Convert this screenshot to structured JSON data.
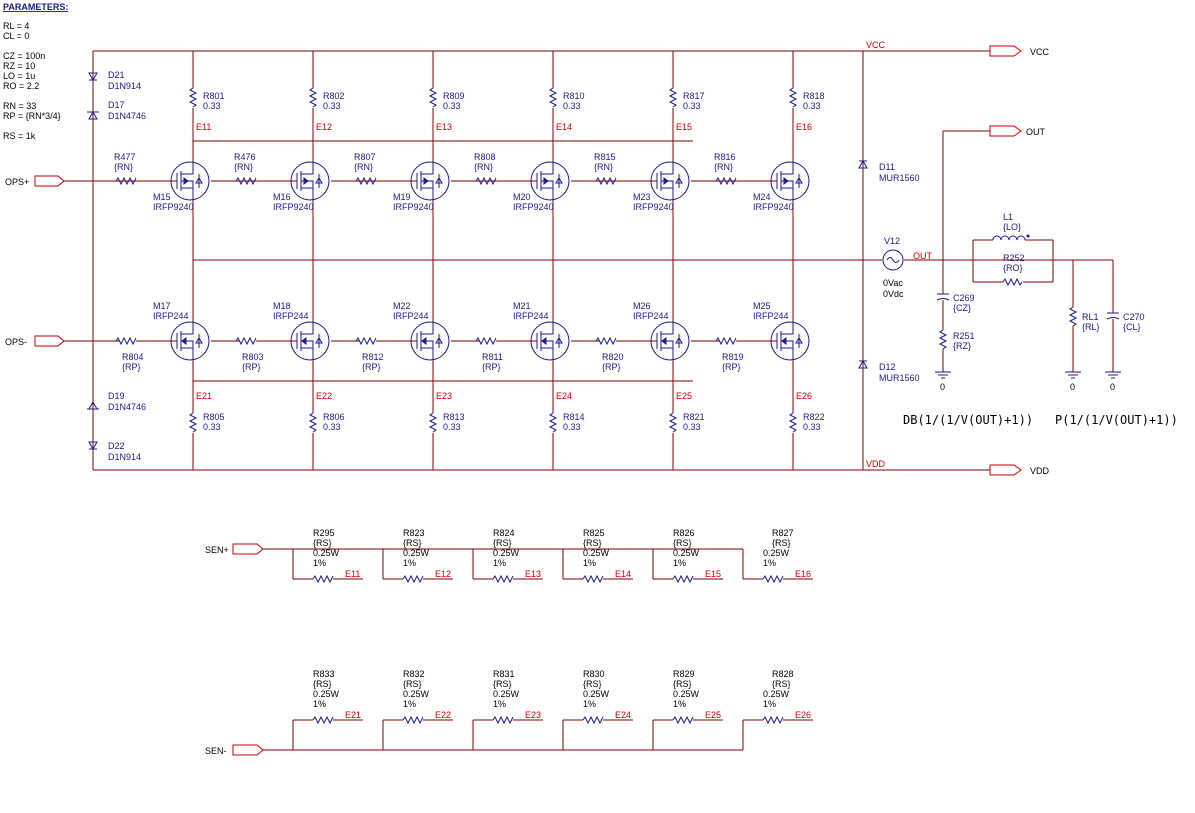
{
  "params": {
    "title": "PARAMETERS:",
    "lines": [
      "RL = 4",
      "CL = 0",
      "",
      "CZ = 100n",
      "RZ = 10",
      "LO = 1u",
      "RO = 2.2",
      "",
      "RN = 33",
      "RP = {RN*3/4}",
      "",
      "RS = 1k"
    ]
  },
  "ports": {
    "ops_plus": "OPS+",
    "ops_minus": "OPS-",
    "vcc": "VCC",
    "vdd": "VDD",
    "out": "OUT",
    "sen_plus": "SEN+",
    "sen_minus": "SEN-"
  },
  "nets": {
    "vcc": "VCC",
    "vdd": "VDD",
    "out": "OUT",
    "gnd": "0"
  },
  "pmos": [
    {
      "ref": "M15",
      "part": "IRFP9240",
      "gr": "R477",
      "gv": "{RN}",
      "sr": "R801",
      "sv": "0.33",
      "e": "E11"
    },
    {
      "ref": "M16",
      "part": "IRFP9240",
      "gr": "R476",
      "gv": "{RN}",
      "sr": "R802",
      "sv": "0.33",
      "e": "E12"
    },
    {
      "ref": "M19",
      "part": "IRFP9240",
      "gr": "R807",
      "gv": "{RN}",
      "sr": "R809",
      "sv": "0.33",
      "e": "E13"
    },
    {
      "ref": "M20",
      "part": "IRFP9240",
      "gr": "R808",
      "gv": "{RN}",
      "sr": "R810",
      "sv": "0.33",
      "e": "E14"
    },
    {
      "ref": "M23",
      "part": "IRFP9240",
      "gr": "R815",
      "gv": "{RN}",
      "sr": "R817",
      "sv": "0.33",
      "e": "E15"
    },
    {
      "ref": "M24",
      "part": "IRFP9240",
      "gr": "R816",
      "gv": "{RN}",
      "sr": "R818",
      "sv": "0.33",
      "e": "E16"
    }
  ],
  "nmos": [
    {
      "ref": "M17",
      "part": "IRFP244",
      "gr": "R804",
      "gv": "{RP}",
      "sr": "R805",
      "sv": "0.33",
      "e": "E21"
    },
    {
      "ref": "M18",
      "part": "IRFP244",
      "gr": "R803",
      "gv": "{RP}",
      "sr": "R806",
      "sv": "0.33",
      "e": "E22"
    },
    {
      "ref": "M22",
      "part": "IRFP244",
      "gr": "R812",
      "gv": "{RP}",
      "sr": "R813",
      "sv": "0.33",
      "e": "E23"
    },
    {
      "ref": "M21",
      "part": "IRFP244",
      "gr": "R811",
      "gv": "{RP}",
      "sr": "R814",
      "sv": "0.33",
      "e": "E24"
    },
    {
      "ref": "M26",
      "part": "IRFP244",
      "gr": "R820",
      "gv": "{RP}",
      "sr": "R821",
      "sv": "0.33",
      "e": "E25"
    },
    {
      "ref": "M25",
      "part": "IRFP244",
      "gr": "R819",
      "gv": "{RP}",
      "sr": "R822",
      "sv": "0.33",
      "e": "E26"
    }
  ],
  "diodes": {
    "d21": {
      "ref": "D21",
      "part": "D1N914"
    },
    "d17": {
      "ref": "D17",
      "part": "D1N4746"
    },
    "d19": {
      "ref": "D19",
      "part": "D1N4746"
    },
    "d22": {
      "ref": "D22",
      "part": "D1N914"
    },
    "d11": {
      "ref": "D11",
      "part": "MUR1560"
    },
    "d12": {
      "ref": "D12",
      "part": "MUR1560"
    }
  },
  "source": {
    "ref": "V12",
    "ac": "0Vac",
    "dc": "0Vdc"
  },
  "output_net": {
    "l1": {
      "ref": "L1",
      "val": "{LO}"
    },
    "r252": {
      "ref": "R252",
      "val": "{RO}"
    },
    "c269": {
      "ref": "C269",
      "val": "{CZ}"
    },
    "r251": {
      "ref": "R251",
      "val": "{RZ}"
    },
    "rl1": {
      "ref": "RL1",
      "val": "{RL}"
    },
    "c270": {
      "ref": "C270",
      "val": "{CL}"
    }
  },
  "probes": {
    "db": "DB(1/(1/V(OUT)+1))",
    "p": "P(1/(1/V(OUT)+1))"
  },
  "sense_plus": [
    {
      "ref": "R295",
      "e": "E11"
    },
    {
      "ref": "R823",
      "e": "E12"
    },
    {
      "ref": "R824",
      "e": "E13"
    },
    {
      "ref": "R825",
      "e": "E14"
    },
    {
      "ref": "R826",
      "e": "E15"
    },
    {
      "ref": "R827",
      "e": "E16"
    }
  ],
  "sense_minus": [
    {
      "ref": "R833",
      "e": "E21"
    },
    {
      "ref": "R832",
      "e": "E22"
    },
    {
      "ref": "R831",
      "e": "E23"
    },
    {
      "ref": "R830",
      "e": "E24"
    },
    {
      "ref": "R829",
      "e": "E25"
    },
    {
      "ref": "R828",
      "e": "E26"
    }
  ],
  "sense_attrs": {
    "val": "{RS}",
    "pwr": "0.25W",
    "tol": "1%"
  }
}
